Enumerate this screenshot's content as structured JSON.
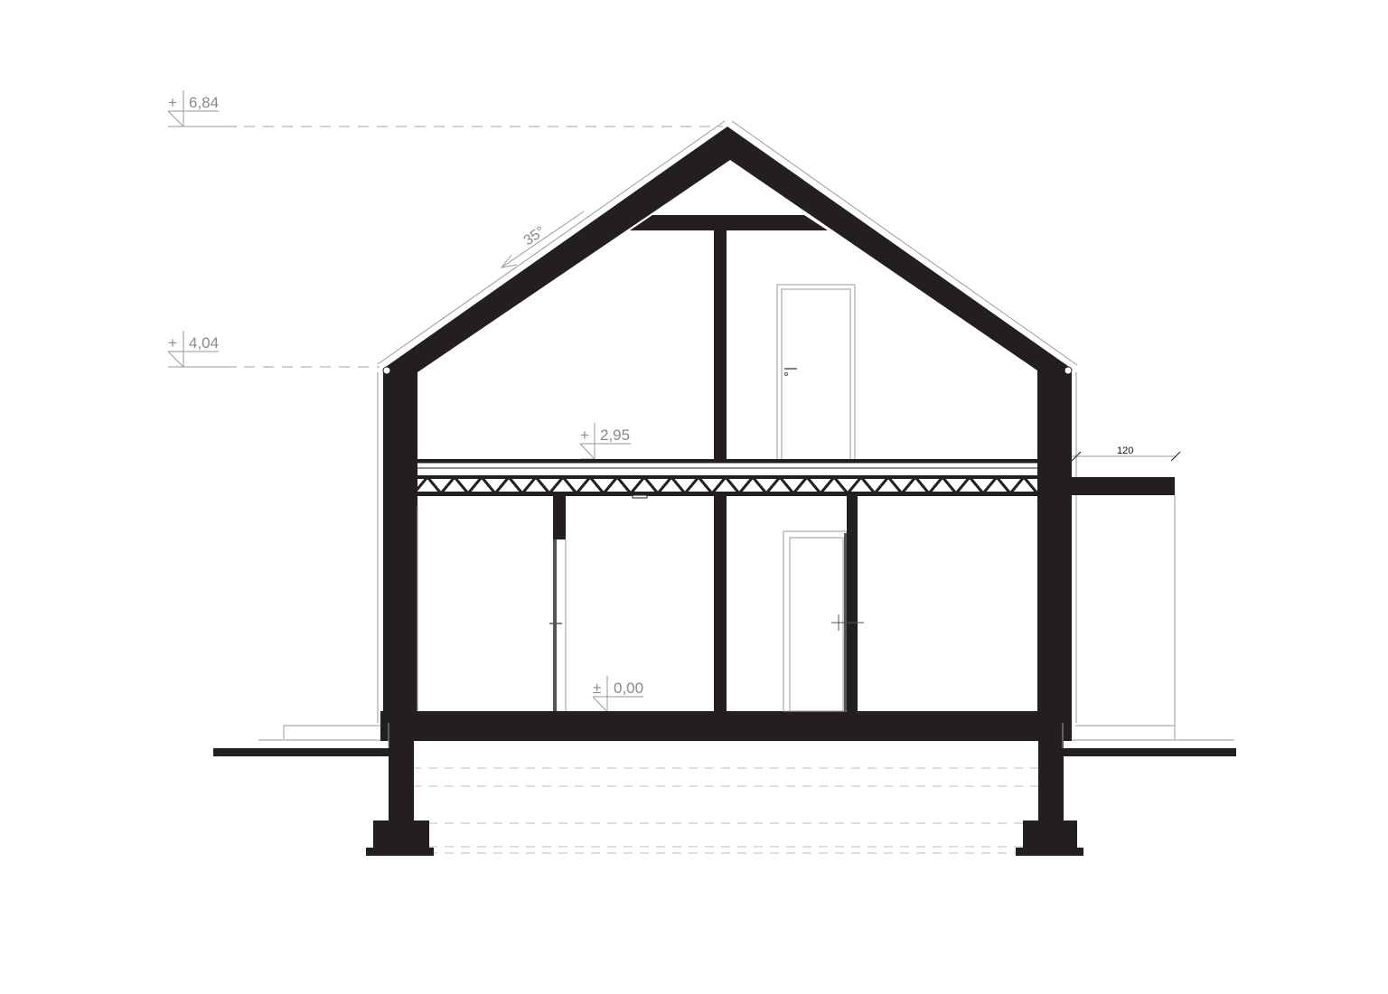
{
  "levels": {
    "ridge": "6,84",
    "eaves": "4,04",
    "upper_floor": "2,95",
    "ground_floor": "0,00"
  },
  "level_signs": {
    "ridge": "+",
    "eaves": "+",
    "upper_floor": "+",
    "ground_floor": "±"
  },
  "roof_pitch": "35°",
  "overhang_dimension": "120",
  "colors": {
    "structure": "#231f20",
    "annotation": "#8a8a8a",
    "background": "#ffffff"
  }
}
